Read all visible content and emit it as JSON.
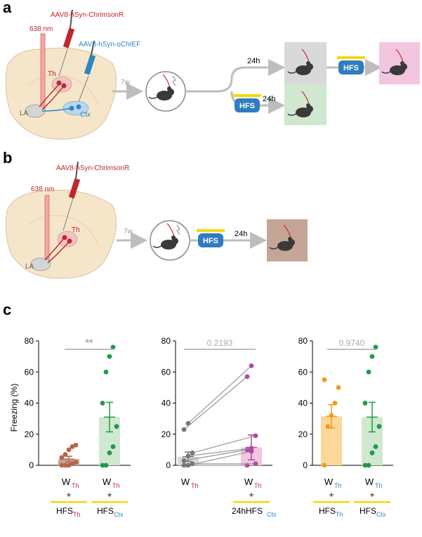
{
  "panel_a": {
    "letter": "a",
    "virus_red": "AAV8-hSyn-ChrimsonR",
    "virus_blue": "AAV8-hSyn-oChIEF",
    "laser": "638 nm",
    "region_th": "Th",
    "region_ctx": "Ctx",
    "region_la": "LA",
    "wait": "7w",
    "delay_top": "24h",
    "delay_bottom": "24h",
    "hfs_top": "HFS",
    "hfs_bottom": "HFS"
  },
  "panel_b": {
    "letter": "b",
    "virus_red": "AAV8-hSyn-ChrimsonR",
    "laser": "638 nm",
    "region_th": "Th",
    "region_la": "LA",
    "wait": "7w",
    "hfs": "HFS",
    "delay": "24h"
  },
  "panel_c": {
    "letter": "c",
    "ylabel": "Freezing (%)",
    "sig_left": "**",
    "sig_middle": "0.2193",
    "sig_right": "0.9740"
  },
  "colors": {
    "red": "#c0272d",
    "blue": "#2e86c1",
    "hfs_box": "#2f7cc0",
    "yellow": "#f5d90a",
    "gray_box": "#d9d9d9",
    "green_box": "#cfe8cf",
    "pink_box": "#f2c6df",
    "brown_box": "#c5a595",
    "brown_pts": "#b5654a",
    "green_pts": "#1f9a4c",
    "purple_pts": "#b04aa3",
    "orange_pts": "#f39a1e",
    "gray_pts": "#777777"
  },
  "chart_data": [
    {
      "type": "bar",
      "categories": [
        "W_Th + HFS_Th",
        "W_Th + HFS_Ctx"
      ],
      "values": [
        4,
        31
      ],
      "sem": [
        1.8,
        9.5
      ],
      "points": [
        [
          0,
          0,
          0,
          1,
          2,
          5,
          7,
          10,
          12,
          13
        ],
        [
          0,
          0,
          8,
          12,
          25,
          40,
          60,
          70,
          76
        ]
      ],
      "ylabel": "Freezing (%)",
      "ylim": [
        0,
        80
      ],
      "yticks": [
        0,
        20,
        40,
        60,
        80
      ],
      "significance": "**",
      "tick_labels": [
        {
          "main": "W",
          "sub": "Th",
          "plus": "+",
          "second": "HFS",
          "second_sub": "Th"
        },
        {
          "main": "W",
          "sub": "Th",
          "plus": "+",
          "second": "HFS",
          "second_sub": "Ctx"
        }
      ]
    },
    {
      "type": "bar",
      "categories": [
        "W_Th",
        "W_Th + 24hHFS_Ctx"
      ],
      "values": [
        5.5,
        11.5
      ],
      "sem": [
        3,
        8
      ],
      "paired": [
        [
          0,
          0
        ],
        [
          0,
          9
        ],
        [
          1,
          1
        ],
        [
          3,
          10
        ],
        [
          6,
          11
        ],
        [
          8,
          19
        ],
        [
          23,
          57
        ],
        [
          27,
          64
        ]
      ],
      "ylim": [
        0,
        80
      ],
      "yticks": [
        0,
        20,
        40,
        60,
        80
      ],
      "significance": "0.2193",
      "tick_labels": [
        {
          "main": "W",
          "sub": "Th"
        },
        {
          "main": "W",
          "sub": "Th",
          "plus": "+",
          "second": "24hHFS",
          "second_sub": "Ctx"
        }
      ]
    },
    {
      "type": "bar",
      "categories": [
        "W_Th + HFS_Th",
        "W_Th + HFS_Ctx"
      ],
      "values": [
        31.5,
        31
      ],
      "sem": [
        7.5,
        9.5
      ],
      "points": [
        [
          0,
          25,
          32,
          40,
          50,
          55
        ],
        [
          0,
          0,
          8,
          12,
          25,
          40,
          60,
          70,
          76
        ]
      ],
      "ylim": [
        0,
        80
      ],
      "yticks": [
        0,
        20,
        40,
        60,
        80
      ],
      "significance": "0.9740",
      "tick_labels": [
        {
          "main": "W",
          "sub": "Th",
          "plus": "+",
          "second": "HFS",
          "second_sub": "Th"
        },
        {
          "main": "W",
          "sub": "Th",
          "plus": "+",
          "second": "HFS",
          "second_sub": "Ctx"
        }
      ]
    }
  ]
}
